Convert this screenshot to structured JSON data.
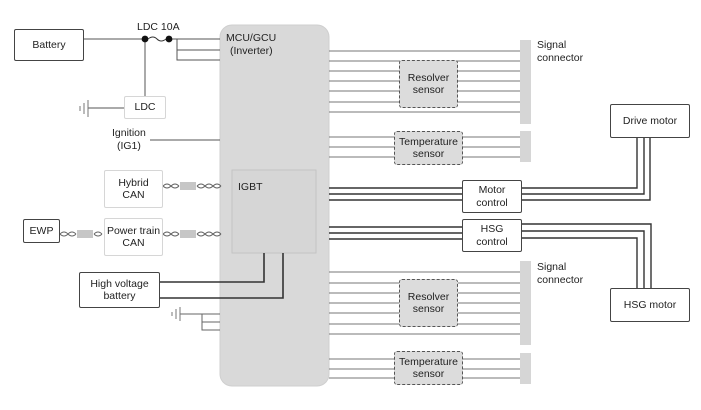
{
  "diagram": {
    "colors": {
      "inverter_fill": "#d9d9d9",
      "wire": "#555555",
      "heavy_wire": "#333333",
      "sensor_fill": "#dcdcdc"
    },
    "nodes": {
      "battery": "Battery",
      "ldc_fuse": "LDC 10A",
      "ldc": "LDC",
      "ignition_line1": "Ignition",
      "ignition_line2": "(IG1)",
      "inverter_line1": "MCU/GCU",
      "inverter_line2": "(Inverter)",
      "igbt": "IGBT",
      "hybrid_can_line1": "Hybrid",
      "hybrid_can_line2": "CAN",
      "ptcan_line1": "Power train",
      "ptcan_line2": "CAN",
      "ewp": "EWP",
      "hv_battery_line1": "High voltage",
      "hv_battery_line2": "battery",
      "resolver_top_line1": "Resolver",
      "resolver_top_line2": "sensor",
      "temp_top_line1": "Temperature",
      "temp_top_line2": "sensor",
      "signal_top_line1": "Signal",
      "signal_top_line2": "connector",
      "motor_control_line1": "Motor",
      "motor_control_line2": "control",
      "hsg_control_line1": "HSG",
      "hsg_control_line2": "control",
      "drive_motor": "Drive motor",
      "hsg_motor": "HSG motor",
      "resolver_bottom_line1": "Resolver",
      "resolver_bottom_line2": "sensor",
      "temp_bottom_line1": "Temperature",
      "temp_bottom_line2": "sensor",
      "signal_bottom_line1": "Signal",
      "signal_bottom_line2": "connector"
    }
  }
}
